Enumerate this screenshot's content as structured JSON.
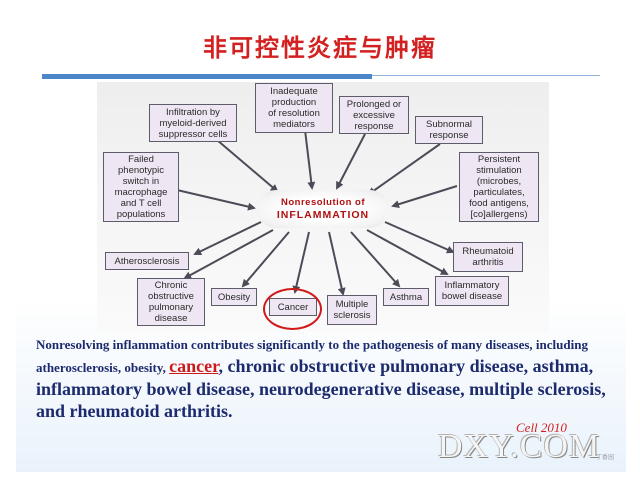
{
  "slide": {
    "title": "非可控性炎症与肿瘤"
  },
  "diagram": {
    "center": {
      "line1": "Nonresolution of",
      "line2": "INFLAMMATION"
    },
    "causes": [
      "Infiltration by\nmyeloid-derived\nsuppressor cells",
      "Inadequate\nproduction\nof resolution\nmediators",
      "Prolonged or\nexcessive\nresponse",
      "Subnormal\nresponse",
      "Failed\nphenotypic\nswitch in\nmacrophage\nand T cell\npopulations",
      "Persistent\nstimulation\n(microbes,\nparticulates,\nfood antigens,\n[co]allergens)"
    ],
    "diseases": [
      "Atherosclerosis",
      "Chronic\nobstructive\npulmonary\ndisease",
      "Obesity",
      "Cancer",
      "Multiple\nsclerosis",
      "Asthma",
      "Inflammatory\nbowel disease",
      "Rheumatoid\narthritis"
    ],
    "highlighted_disease": "Cancer",
    "highlight_color": "#d01a1a",
    "box_fill": "#efe6f3"
  },
  "body": {
    "part1": "Nonresolving inflammation contributes significantly to the pathogenesis of many diseases, including atherosclerosis, obesity, ",
    "highlight": "cancer",
    "part2": ", chronic obstructive pulmonary disease, asthma, inflammatory bowel disease, neurodegenerative disease, multiple sclerosis, and rheumatoid arthritis."
  },
  "citation": "Cell 2010",
  "watermark": {
    "main": "DXY.COM",
    "sub": "丁香园"
  },
  "colors": {
    "title": "#d32020",
    "body_text": "#1c2a6e",
    "accent_rule": "#4a86c8"
  }
}
